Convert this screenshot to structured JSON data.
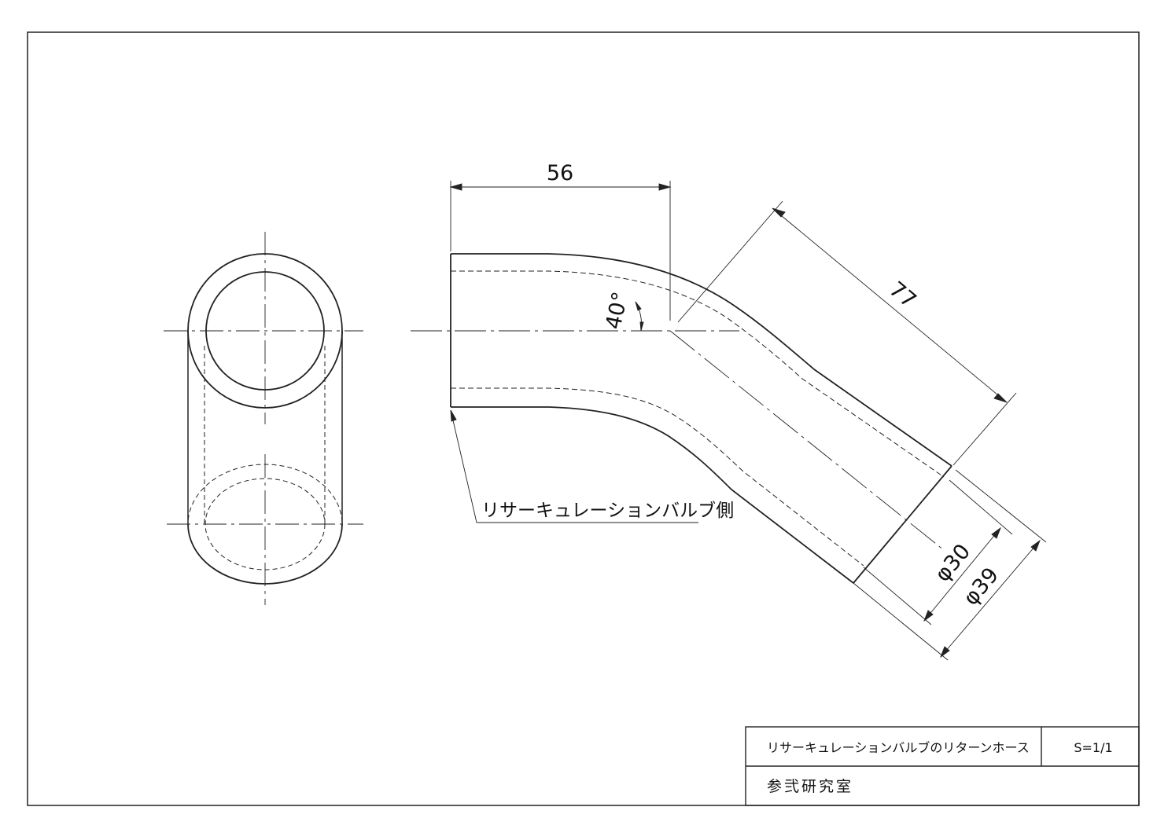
{
  "drawing": {
    "dimensions": {
      "length_straight": "56",
      "length_axis": "77",
      "bend_angle": "40°",
      "inner_diameter": "φ30",
      "outer_diameter": "φ39"
    },
    "side_note": "リサーキュレーションバルブ側"
  },
  "title_block": {
    "title": "リサーキュレーションバルブのリターンホース",
    "scale": "S=1/1",
    "organization": "参弐研究室"
  }
}
